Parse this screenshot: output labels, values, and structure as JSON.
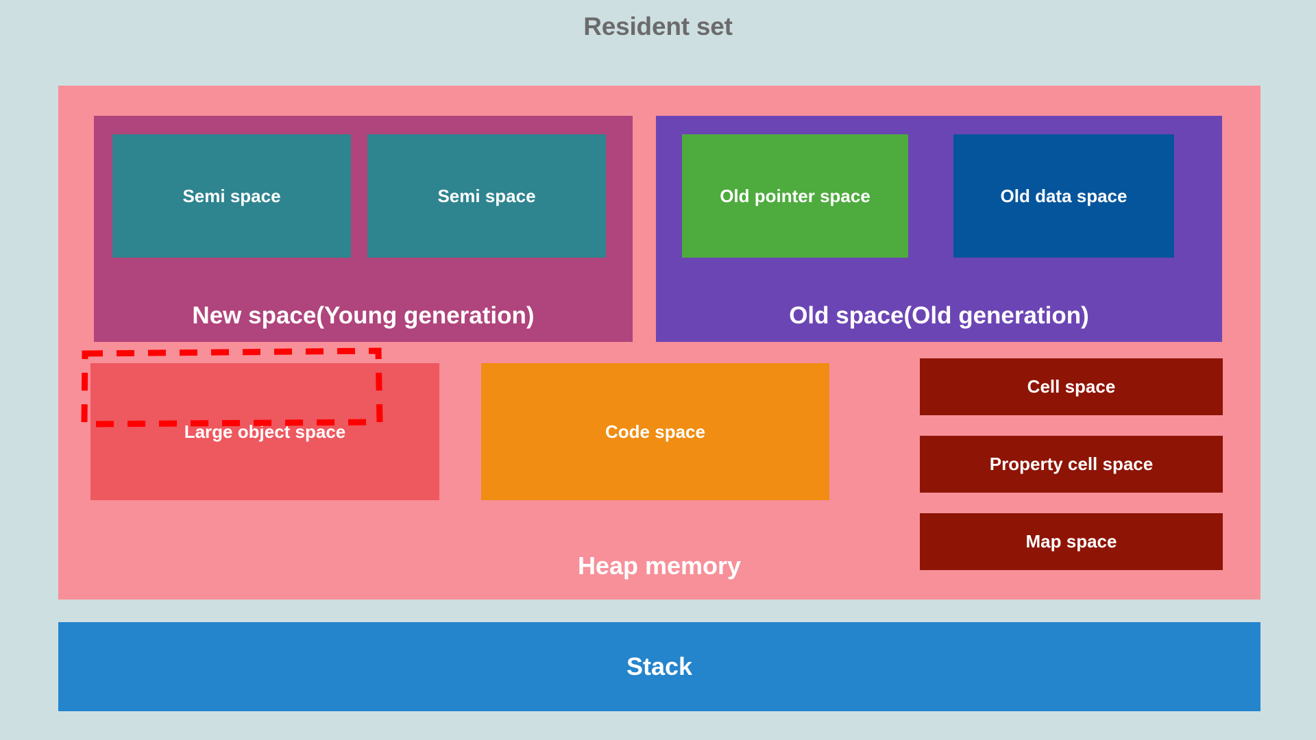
{
  "title": "Resident set",
  "heap": {
    "label": "Heap memory",
    "color": "#f79099",
    "new_space": {
      "label": "New space(Young generation)",
      "color": "#b0447c",
      "children": [
        {
          "label": "Semi space",
          "color": "#2e848f"
        },
        {
          "label": "Semi space",
          "color": "#2e848f"
        }
      ]
    },
    "old_space": {
      "label": "Old space(Old generation)",
      "color": "#6c45b5",
      "children": [
        {
          "label": "Old pointer space",
          "color": "#4eab3e"
        },
        {
          "label": "Old data space",
          "color": "#05559c"
        }
      ]
    },
    "large_object_space": {
      "label": "Large object space",
      "color": "#ee585f"
    },
    "code_space": {
      "label": "Code space",
      "color": "#f08d12"
    },
    "small_spaces": [
      {
        "label": "Cell space",
        "color": "#8e1405"
      },
      {
        "label": "Property cell space",
        "color": "#8e1405"
      },
      {
        "label": "Map space",
        "color": "#8e1405"
      }
    ]
  },
  "stack": {
    "label": "Stack",
    "color": "#2484cc"
  },
  "annotation": {
    "name": "red-dashed-highlight",
    "target": "Large object space",
    "color": "#ff0000",
    "style": "dashed"
  },
  "background_color": "#cedfe2",
  "title_color": "#6b6b6b"
}
